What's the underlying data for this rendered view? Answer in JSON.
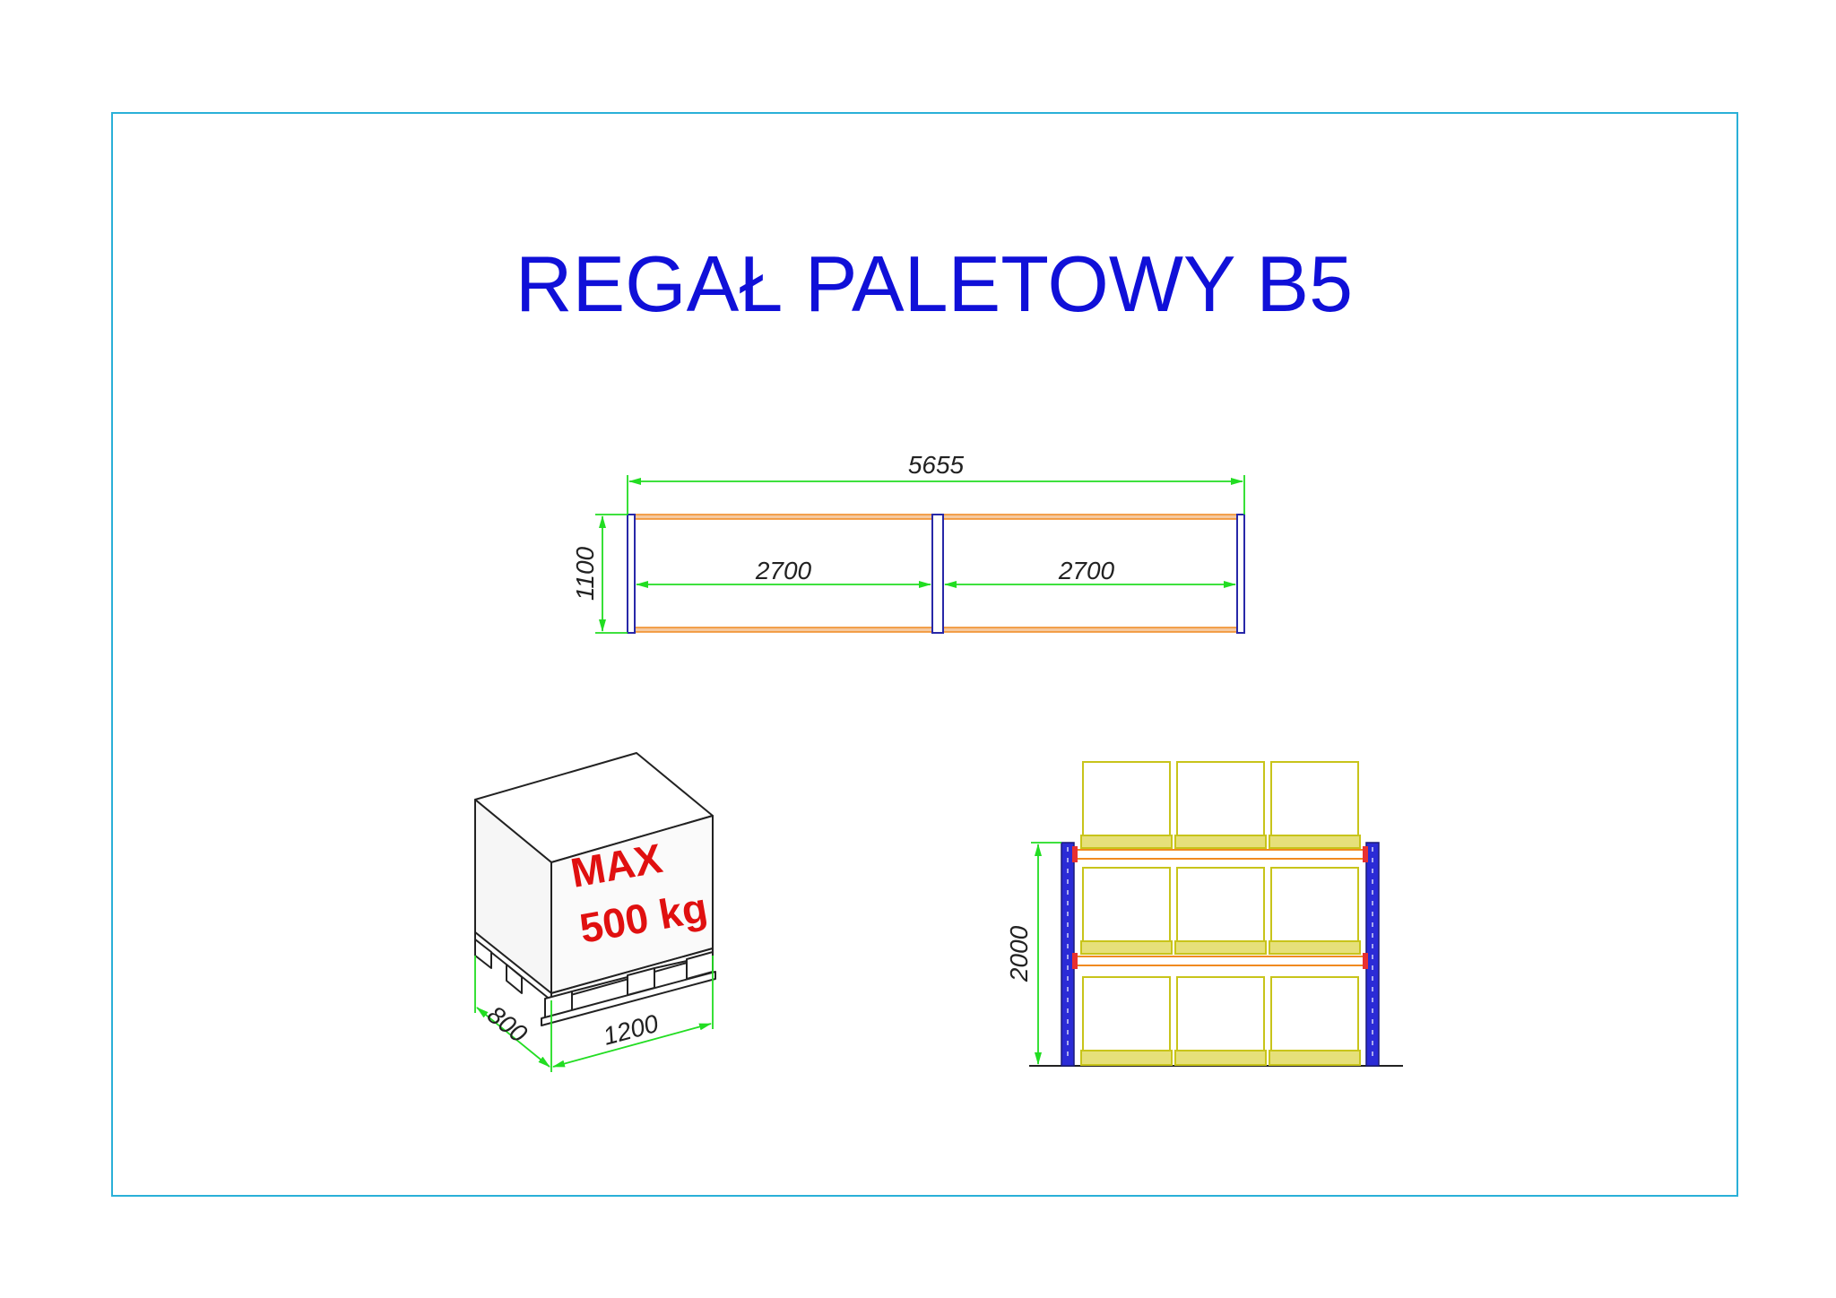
{
  "title": "REGAŁ PALETOWY B5",
  "top_view": {
    "total_width": "5655",
    "depth": "1100",
    "bay_left_width": "2700",
    "bay_right_width": "2700"
  },
  "pallet": {
    "label_line1": "MAX",
    "label_line2": "500 kg",
    "length": "1200",
    "width": "800"
  },
  "front_view": {
    "height": "2000"
  },
  "colors": {
    "frame_border": "#2ab0d8",
    "title": "#1010d8",
    "dimension": "#22dd22",
    "beam": "#f08a20",
    "upright": "#2828a8",
    "upright_fill": "#2b2bd6",
    "load": "#c8c41a",
    "label": "#e01010",
    "outline": "#222222",
    "beam_red": "#e83030"
  }
}
